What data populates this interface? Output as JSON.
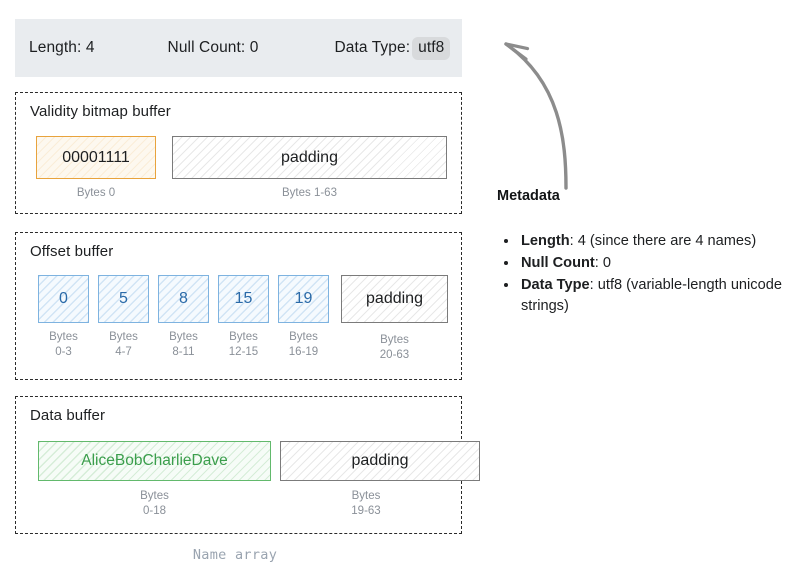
{
  "metadata_bar": {
    "length_label": "Length: 4",
    "null_count_label": "Null Count: 0",
    "data_type_prefix": "Data Type:",
    "data_type_value": "utf8"
  },
  "buffers": [
    {
      "id": "validity",
      "title": "Validity bitmap buffer",
      "cells": [
        {
          "text": "00001111",
          "style": "amber",
          "label": "Bytes 0"
        },
        {
          "text": "padding",
          "style": "gray",
          "label": "Bytes 1-63"
        }
      ]
    },
    {
      "id": "offset",
      "title": "Offset buffer",
      "cells": [
        {
          "text": "0",
          "style": "blue",
          "label": "Bytes\n0-3"
        },
        {
          "text": "5",
          "style": "blue",
          "label": "Bytes\n4-7"
        },
        {
          "text": "8",
          "style": "blue",
          "label": "Bytes\n8-11"
        },
        {
          "text": "15",
          "style": "blue",
          "label": "Bytes\n12-15"
        },
        {
          "text": "19",
          "style": "blue",
          "label": "Bytes\n16-19"
        },
        {
          "text": "padding",
          "style": "gray",
          "label": "Bytes\n20-63"
        }
      ]
    },
    {
      "id": "data",
      "title": "Data buffer",
      "cells": [
        {
          "text": "AliceBobCharlieDave",
          "style": "green",
          "label": "Bytes\n0-18"
        },
        {
          "text": "padding",
          "style": "gray",
          "label": "Bytes\n19-63"
        }
      ]
    }
  ],
  "annotation": {
    "heading": "Metadata",
    "bullets": [
      {
        "term": "Length",
        "rest": ": 4 (since there are 4 names)"
      },
      {
        "term": "Null Count",
        "rest": ": 0"
      },
      {
        "term": "Data Type",
        "rest": ": utf8 (variable-length unicode strings)"
      }
    ]
  },
  "caption": "Name array",
  "colors": {
    "bar_bg": "#e9ecef",
    "chip_bg": "#d8dadc",
    "amber": "#e8a33d",
    "blue": "#7eb3e0",
    "green": "#62b96c",
    "gray": "#7b7b7b",
    "label_text": "#8a9098",
    "arrow": "#8c8c8c",
    "caption_text": "#9aa4b0"
  }
}
